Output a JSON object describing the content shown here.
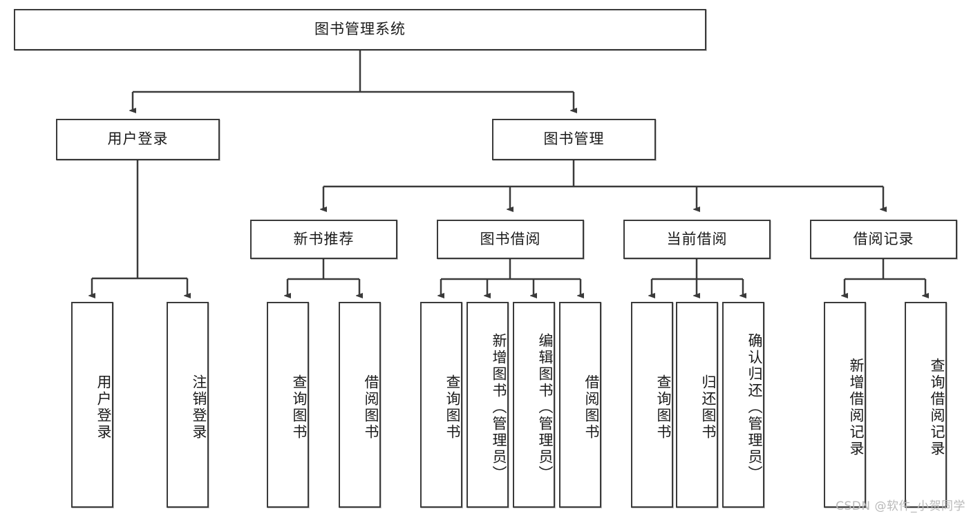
{
  "diagram": {
    "title": "图书管理系统",
    "type": "tree",
    "colors": {
      "node_border": "#3a3a3a",
      "node_fill": "#ffffff",
      "edge": "#3a3a3a",
      "text": "#1a1a1a",
      "watermark": "#b9b9b9",
      "background": "#ffffff"
    },
    "watermark": "CSDN @软件_小贺同学",
    "nodes": {
      "root": {
        "label": "图书管理系统",
        "level": 0,
        "orientation": "horizontal"
      },
      "l1_user_login": {
        "label": "用户登录",
        "level": 1,
        "orientation": "horizontal"
      },
      "l1_book_manage": {
        "label": "图书管理",
        "level": 1,
        "orientation": "horizontal"
      },
      "l2_new_book_rec": {
        "label": "新书推荐",
        "level": 2,
        "orientation": "horizontal"
      },
      "l2_book_borrow": {
        "label": "图书借阅",
        "level": 2,
        "orientation": "horizontal"
      },
      "l2_current_borrow": {
        "label": "当前借阅",
        "level": 2,
        "orientation": "horizontal"
      },
      "l2_borrow_record": {
        "label": "借阅记录",
        "level": 2,
        "orientation": "horizontal"
      },
      "leaf_user_login": {
        "label": "用户登录",
        "level": 3,
        "orientation": "vertical",
        "parent": "l1_user_login"
      },
      "leaf_logout": {
        "label": "注销登录",
        "level": 3,
        "orientation": "vertical",
        "parent": "l1_user_login"
      },
      "leaf_query_book_a": {
        "label": "查询图书",
        "level": 3,
        "orientation": "vertical",
        "parent": "l2_new_book_rec"
      },
      "leaf_borrow_book_a": {
        "label": "借阅图书",
        "level": 3,
        "orientation": "vertical",
        "parent": "l2_new_book_rec"
      },
      "leaf_query_book_b": {
        "label": "查询图书",
        "level": 3,
        "orientation": "vertical",
        "parent": "l2_book_borrow"
      },
      "leaf_add_book": {
        "label": "新增图书（管理员）",
        "level": 3,
        "orientation": "vertical",
        "parent": "l2_book_borrow"
      },
      "leaf_edit_book": {
        "label": "编辑图书（管理员）",
        "level": 3,
        "orientation": "vertical",
        "parent": "l2_book_borrow"
      },
      "leaf_borrow_book_b": {
        "label": "借阅图书",
        "level": 3,
        "orientation": "vertical",
        "parent": "l2_book_borrow"
      },
      "leaf_query_book_c": {
        "label": "查询图书",
        "level": 3,
        "orientation": "vertical",
        "parent": "l2_current_borrow"
      },
      "leaf_return_book": {
        "label": "归还图书",
        "level": 3,
        "orientation": "vertical",
        "parent": "l2_current_borrow"
      },
      "leaf_confirm_return": {
        "label": "确认归还（管理员）",
        "level": 3,
        "orientation": "vertical",
        "parent": "l2_current_borrow"
      },
      "leaf_add_record": {
        "label": "新增借阅记录",
        "level": 3,
        "orientation": "vertical",
        "parent": "l2_borrow_record"
      },
      "leaf_query_record": {
        "label": "查询借阅记录",
        "level": 3,
        "orientation": "vertical",
        "parent": "l2_borrow_record"
      }
    },
    "edges": [
      {
        "from": "root",
        "to": "l1_user_login"
      },
      {
        "from": "root",
        "to": "l1_book_manage"
      },
      {
        "from": "l1_user_login",
        "to": "leaf_user_login"
      },
      {
        "from": "l1_user_login",
        "to": "leaf_logout"
      },
      {
        "from": "l1_book_manage",
        "to": "l2_new_book_rec"
      },
      {
        "from": "l1_book_manage",
        "to": "l2_book_borrow"
      },
      {
        "from": "l1_book_manage",
        "to": "l2_current_borrow"
      },
      {
        "from": "l1_book_manage",
        "to": "l2_borrow_record"
      },
      {
        "from": "l2_new_book_rec",
        "to": "leaf_query_book_a"
      },
      {
        "from": "l2_new_book_rec",
        "to": "leaf_borrow_book_a"
      },
      {
        "from": "l2_book_borrow",
        "to": "leaf_query_book_b"
      },
      {
        "from": "l2_book_borrow",
        "to": "leaf_add_book"
      },
      {
        "from": "l2_book_borrow",
        "to": "leaf_edit_book"
      },
      {
        "from": "l2_book_borrow",
        "to": "leaf_borrow_book_b"
      },
      {
        "from": "l2_current_borrow",
        "to": "leaf_query_book_c"
      },
      {
        "from": "l2_current_borrow",
        "to": "leaf_return_book"
      },
      {
        "from": "l2_current_borrow",
        "to": "leaf_confirm_return"
      },
      {
        "from": "l2_borrow_record",
        "to": "leaf_add_record"
      },
      {
        "from": "l2_borrow_record",
        "to": "leaf_query_record"
      }
    ]
  }
}
